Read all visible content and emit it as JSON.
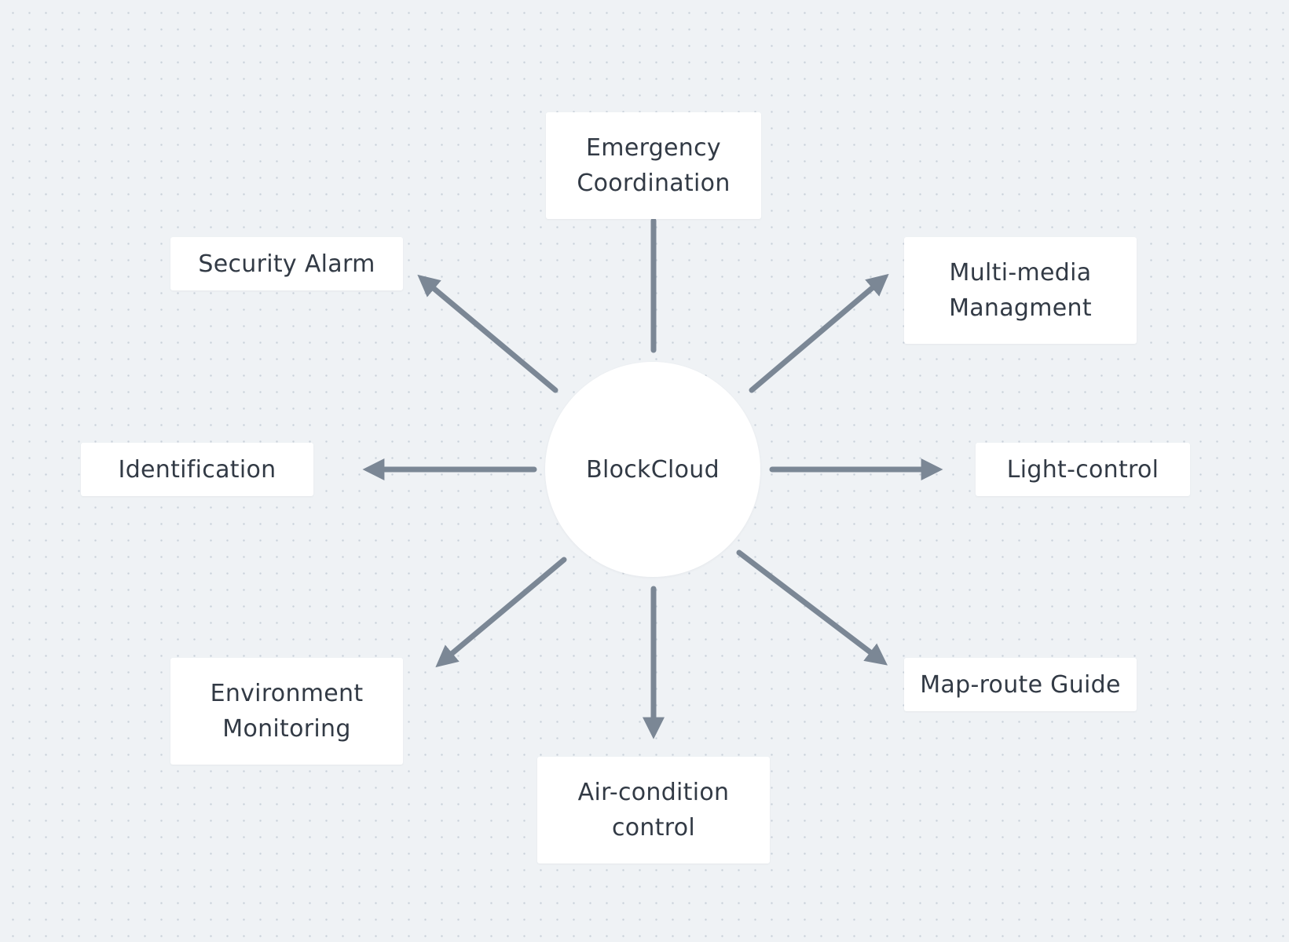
{
  "hub": {
    "label": "BlockCloud"
  },
  "nodes": {
    "emergency": {
      "line1": "Emergency",
      "line2": "Coordination"
    },
    "security": {
      "line1": "Security Alarm"
    },
    "multimedia": {
      "line1": "Multi-media",
      "line2": "Managment"
    },
    "identification": {
      "line1": "Identification"
    },
    "light": {
      "line1": "Light-control"
    },
    "environment": {
      "line1": "Environment",
      "line2": "Monitoring"
    },
    "aircon": {
      "line1": "Air-condition",
      "line2": "control"
    },
    "map": {
      "line1": "Map-route Guide"
    }
  },
  "edges": [
    {
      "from": "BlockCloud",
      "to": "Emergency Coordination",
      "arrowhead": "none"
    },
    {
      "from": "BlockCloud",
      "to": "Security Alarm",
      "arrowhead": "target"
    },
    {
      "from": "BlockCloud",
      "to": "Multi-media Managment",
      "arrowhead": "target"
    },
    {
      "from": "BlockCloud",
      "to": "Identification",
      "arrowhead": "target"
    },
    {
      "from": "BlockCloud",
      "to": "Light-control",
      "arrowhead": "target"
    },
    {
      "from": "BlockCloud",
      "to": "Environment Monitoring",
      "arrowhead": "target"
    },
    {
      "from": "BlockCloud",
      "to": "Air-condition control",
      "arrowhead": "target"
    },
    {
      "from": "BlockCloud",
      "to": "Map-route Guide",
      "arrowhead": "target"
    }
  ],
  "colors": {
    "canvas_background": "#eff2f5",
    "canvas_dots": "#c8d0d9",
    "node_fill": "#ffffff",
    "text": "#323a45",
    "arrow": "#7b8795"
  }
}
